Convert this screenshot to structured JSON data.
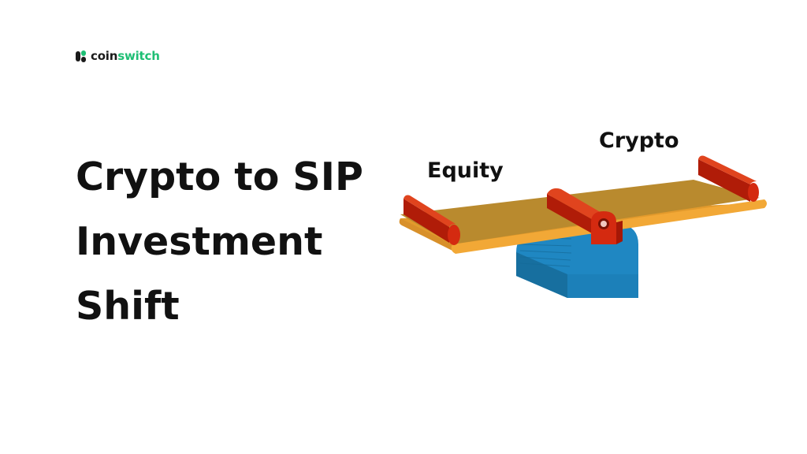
{
  "brand": {
    "name_part1": "coin",
    "name_part2": "switch"
  },
  "headline": {
    "line1": "Crypto to SIP",
    "line2": "Investment",
    "line3": "Shift"
  },
  "illustration": {
    "left_label": "Equity",
    "right_label": "Crypto"
  },
  "colors": {
    "brand_green": "#1fbf75",
    "plank": "#b98a2e",
    "plank_edge": "#f2a836",
    "handle": "#d42a10",
    "base": "#1f87c2"
  },
  "icons": {
    "logo": "coinswitch-logo-icon",
    "illustration": "seesaw-icon"
  }
}
